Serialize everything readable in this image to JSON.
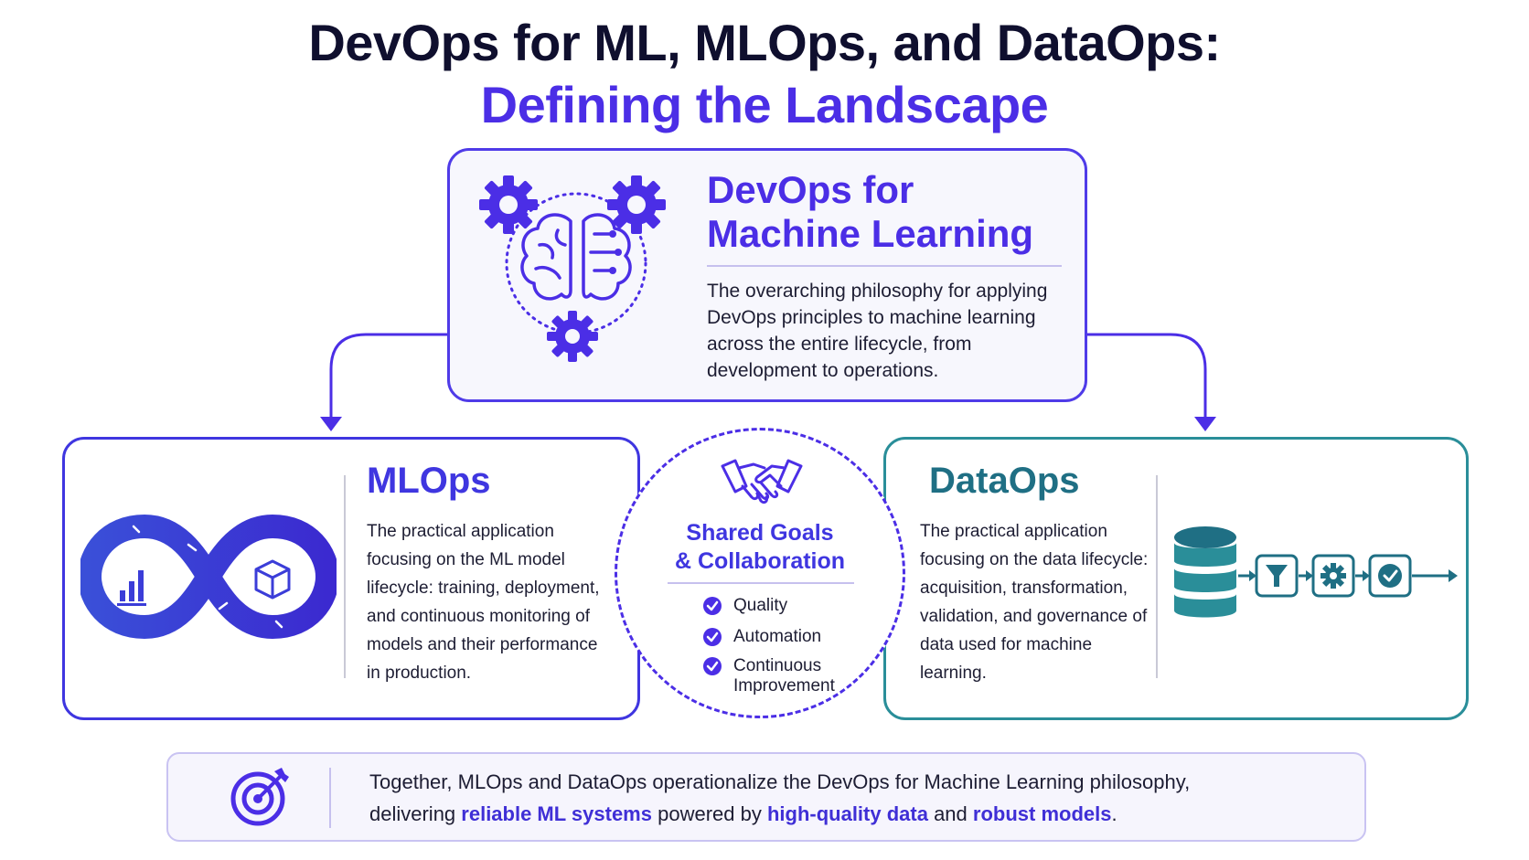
{
  "header": {
    "title_line1": "DevOps for ML, MLOps, and DataOps:",
    "title_line2": "Defining the Landscape"
  },
  "devops_ml": {
    "title_line1": "DevOps for",
    "title_line2": "Machine Learning",
    "description": "The overarching philosophy for applying DevOps principles to machine learning across the entire lifecycle, from development to operations.",
    "icon": "brain-gears-icon"
  },
  "mlops": {
    "title": "MLOps",
    "description": "The practical application focusing on the ML model lifecycle: training, deployment, and continuous monitoring of models and their performance in production.",
    "icon": "infinity-loop-icon"
  },
  "dataops": {
    "title": "DataOps",
    "description": "The practical application focusing on the data lifecycle: acquisition, transformation, validation, and governance of data used for machine learning.",
    "icon": "database-pipeline-icon"
  },
  "shared": {
    "title_line1": "Shared Goals",
    "title_line2": "& Collaboration",
    "icon": "handshake-icon",
    "goals": [
      {
        "line1": "Quality",
        "line2": ""
      },
      {
        "line1": "Automation",
        "line2": ""
      },
      {
        "line1": "Continuous",
        "line2": "Improvement"
      }
    ]
  },
  "summary": {
    "icon": "target-icon",
    "line1": "Together, MLOps and DataOps operationalize the DevOps for Machine Learning philosophy,",
    "line2_a": "delivering ",
    "highlight1": "reliable ML systems",
    "line2_b": " powered by ",
    "highlight2": "high-quality data",
    "line2_c": " and ",
    "highlight3": "robust models",
    "line2_d": "."
  },
  "colors": {
    "primary": "#4b2ee6",
    "dark": "#0f0f2e",
    "teal": "#2a8e99",
    "teal_dark": "#1f6f84"
  }
}
